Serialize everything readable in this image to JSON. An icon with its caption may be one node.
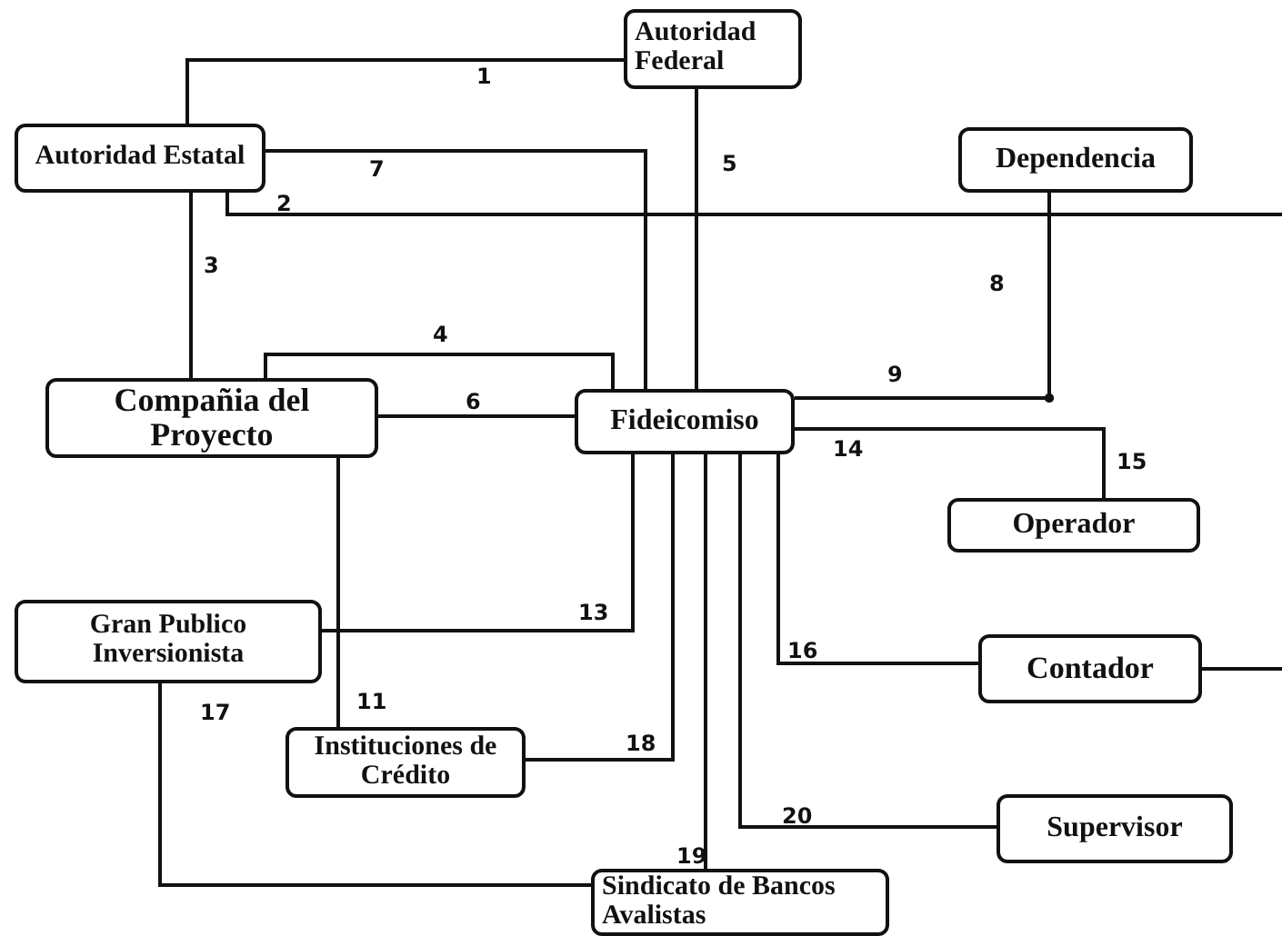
{
  "diagram": {
    "nodes": [
      {
        "text": [
          "Autoridad Federal"
        ]
      },
      {
        "text": [
          "Autoridad Estatal"
        ]
      },
      {
        "text": [
          "Dependencia"
        ]
      },
      {
        "text": [
          "Compañia del Proyecto"
        ]
      },
      {
        "text": [
          "Fideicomiso"
        ]
      },
      {
        "text": [
          "Operador"
        ]
      },
      {
        "text": [
          "Gran Publico Inversionista"
        ]
      },
      {
        "text": [
          "Contador"
        ]
      },
      {
        "text": [
          "Instituciones de Crédito"
        ]
      },
      {
        "text": [
          "Supervisor"
        ]
      },
      {
        "text": [
          "Sindicato de Bancos Avalistas"
        ]
      }
    ],
    "edges": [
      {
        "from": 0,
        "to": 1,
        "arrow": "none",
        "label": "1"
      },
      {
        "from": 1,
        "to": null,
        "arrow": "none",
        "label": "2"
      },
      {
        "from": 1,
        "to": 3,
        "arrow": "none",
        "label": "3"
      },
      {
        "from": 3,
        "to": 4,
        "arrow": "none",
        "label": "4"
      },
      {
        "from": 0,
        "to": 4,
        "arrow": "none",
        "label": "5"
      },
      {
        "from": 3,
        "to": 4,
        "arrow": "none",
        "label": "6"
      },
      {
        "from": 1,
        "to": 4,
        "arrow": "none",
        "label": "7"
      },
      {
        "from": 2,
        "to": null,
        "arrow": "other",
        "label": "8"
      },
      {
        "from": 4,
        "to": null,
        "arrow": "other",
        "label": "9"
      },
      {
        "from": 4,
        "to": 5,
        "arrow": "none",
        "label": "14"
      },
      {
        "from": 3,
        "to": 8,
        "arrow": "none",
        "label": "11"
      },
      {
        "from": 6,
        "to": 4,
        "arrow": "none",
        "label": "13"
      },
      {
        "from": 4,
        "to": 7,
        "arrow": "none",
        "label": "16"
      },
      {
        "from": 7,
        "to": null,
        "arrow": "none"
      },
      {
        "from": 8,
        "to": 4,
        "arrow": "none",
        "label": "18"
      },
      {
        "from": 4,
        "to": 10,
        "arrow": "none",
        "label": "19"
      },
      {
        "from": 4,
        "to": 9,
        "arrow": "none",
        "label": "20"
      },
      {
        "from": 6,
        "to": 10,
        "arrow": "none",
        "label": "17"
      }
    ],
    "labels": [
      "15"
    ]
  }
}
